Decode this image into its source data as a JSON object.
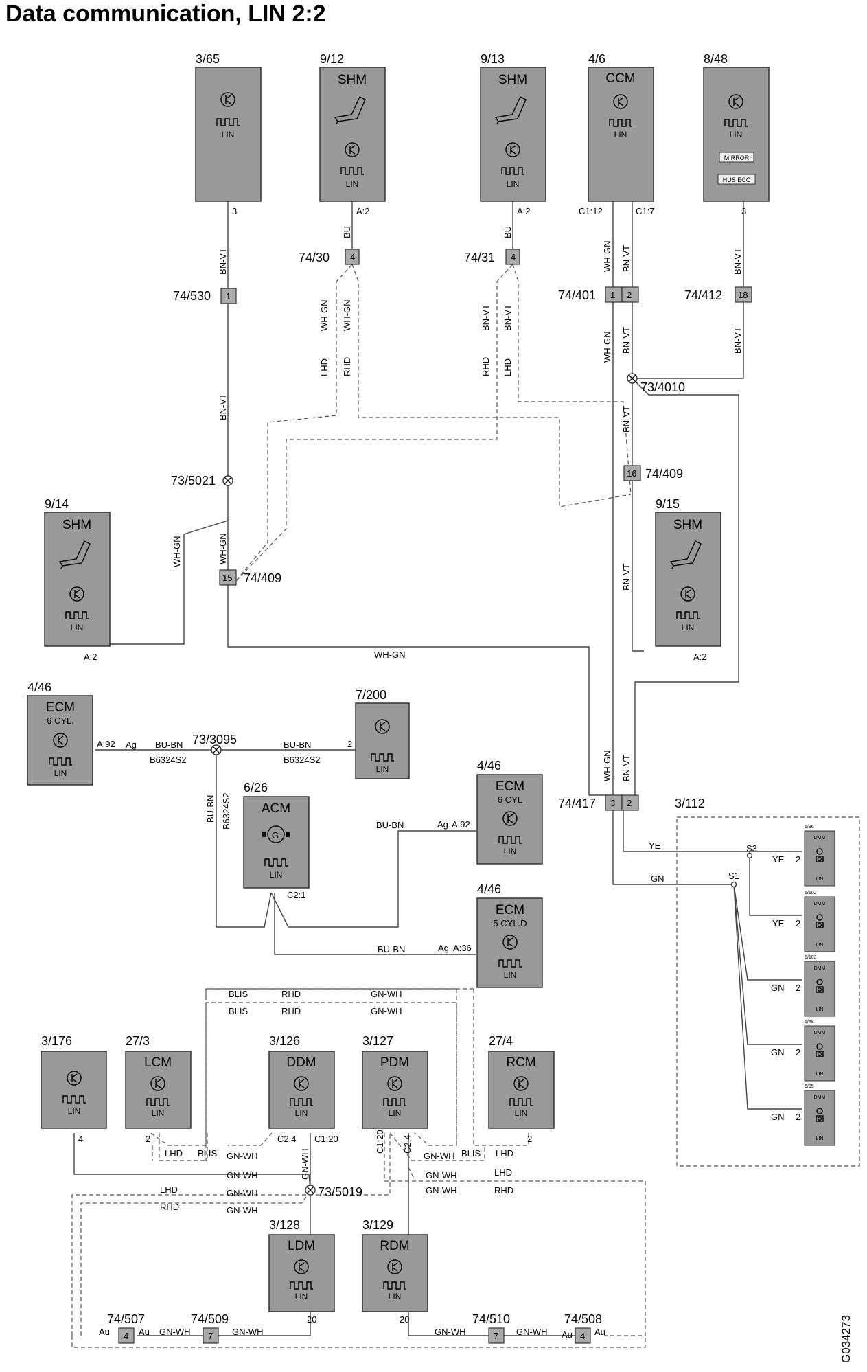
{
  "title": "Data communication, LIN 2:2",
  "figure_code": "G034273",
  "icons": {
    "transistor": "transistor-icon",
    "lin_waveform": "lin-waveform-icon",
    "seat": "seat-icon",
    "generator": "generator-icon",
    "dmm": "door-mirror-module-icon"
  },
  "modules": [
    {
      "id": "3/65",
      "name": "",
      "pins": [
        "3"
      ]
    },
    {
      "id": "9/12",
      "name": "SHM",
      "pins": [
        "A:2"
      ]
    },
    {
      "id": "9/13",
      "name": "SHM",
      "pins": [
        "A:2"
      ]
    },
    {
      "id": "4/6",
      "name": "CCM",
      "pins": [
        "C1:12",
        "C1:7"
      ]
    },
    {
      "id": "8/48",
      "name": "",
      "pins": [
        "3"
      ],
      "badges": [
        "MIRROR",
        "HUS ECC"
      ]
    },
    {
      "id": "9/14",
      "name": "SHM",
      "pins": [
        "A:2"
      ]
    },
    {
      "id": "9/15",
      "name": "SHM",
      "pins": [
        "A:2"
      ]
    },
    {
      "id": "4/46",
      "name": "ECM\n6 CYL.",
      "pins": [
        "A:92"
      ]
    },
    {
      "id": "7/200",
      "name": "",
      "pins": [
        "2"
      ]
    },
    {
      "id": "6/26",
      "name": "ACM",
      "pins": [
        "C2:1"
      ]
    },
    {
      "id": "4/46",
      "name": "ECM\n6 CYL",
      "pins": [
        "A:92"
      ]
    },
    {
      "id": "4/46",
      "name": "ECM\n5 CYL.D",
      "pins": [
        "A:36"
      ]
    },
    {
      "id": "3/176",
      "name": "",
      "pins": [
        "4"
      ]
    },
    {
      "id": "27/3",
      "name": "LCM",
      "pins": [
        "2"
      ]
    },
    {
      "id": "3/126",
      "name": "DDM",
      "pins": [
        "C2:4",
        "C1:20"
      ]
    },
    {
      "id": "3/127",
      "name": "PDM",
      "pins": [
        "C1:20",
        "C2:4"
      ]
    },
    {
      "id": "27/4",
      "name": "RCM",
      "pins": [
        "2"
      ]
    },
    {
      "id": "3/128",
      "name": "LDM",
      "pins": [
        "20"
      ]
    },
    {
      "id": "3/129",
      "name": "RDM",
      "pins": [
        "20"
      ]
    }
  ],
  "lin_label": "LIN",
  "connectors": [
    "74/30",
    "74/31",
    "74/530",
    "74/401",
    "74/412",
    "74/409",
    "74/409",
    "74/417",
    "74/507",
    "74/509",
    "74/510",
    "74/508"
  ],
  "connector_pins": [
    "4",
    "4",
    "1",
    "1",
    "2",
    "18",
    "16",
    "15",
    "3",
    "2",
    "4",
    "7",
    "7",
    "4"
  ],
  "splices": [
    "73/5021",
    "73/4010",
    "73/3095",
    "73/5019"
  ],
  "dmm_group": {
    "id": "3/112",
    "name": "DMM",
    "items": [
      "6/96",
      "6/102",
      "6/103",
      "6/48",
      "6/95"
    ],
    "splices": [
      "S3",
      "S1"
    ],
    "pin": "2"
  },
  "wire_colors": [
    "BN-VT",
    "BU",
    "WH-GN",
    "LHD",
    "RHD",
    "GN-WH",
    "BU-BN",
    "B6324S2",
    "Ag",
    "YE",
    "GN",
    "BLIS",
    "Au"
  ]
}
